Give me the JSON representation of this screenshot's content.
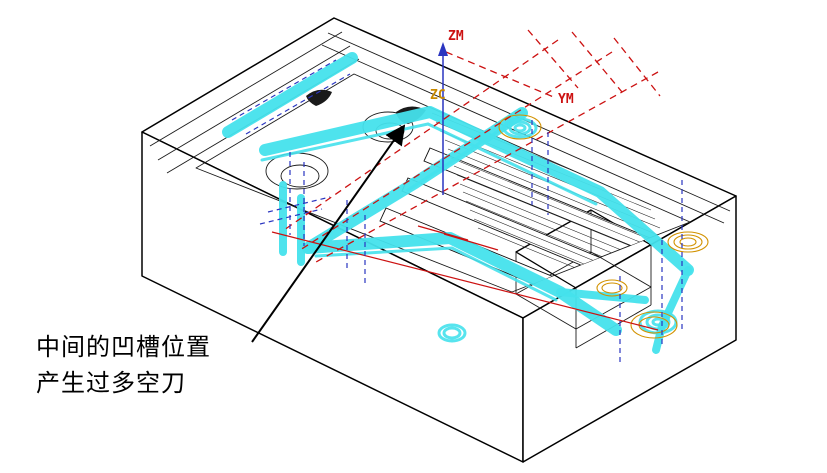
{
  "figure": {
    "type": "cam-toolpath-isometric-view",
    "axis_labels": {
      "zm": "ZM",
      "zc": "ZC",
      "ym": "YM"
    },
    "annotation": {
      "line1": "中间的凹槽位置",
      "line2": "产生过多空刀"
    },
    "colors": {
      "toolpath_cyan": "#45E1EC",
      "rapid_red": "#CC1111",
      "plunge_blue": "#2A35C0",
      "contour_orange": "#D29200",
      "edge_black": "#000000",
      "zc_label_orange": "#C98A00",
      "background": "#FFFFFF"
    }
  }
}
